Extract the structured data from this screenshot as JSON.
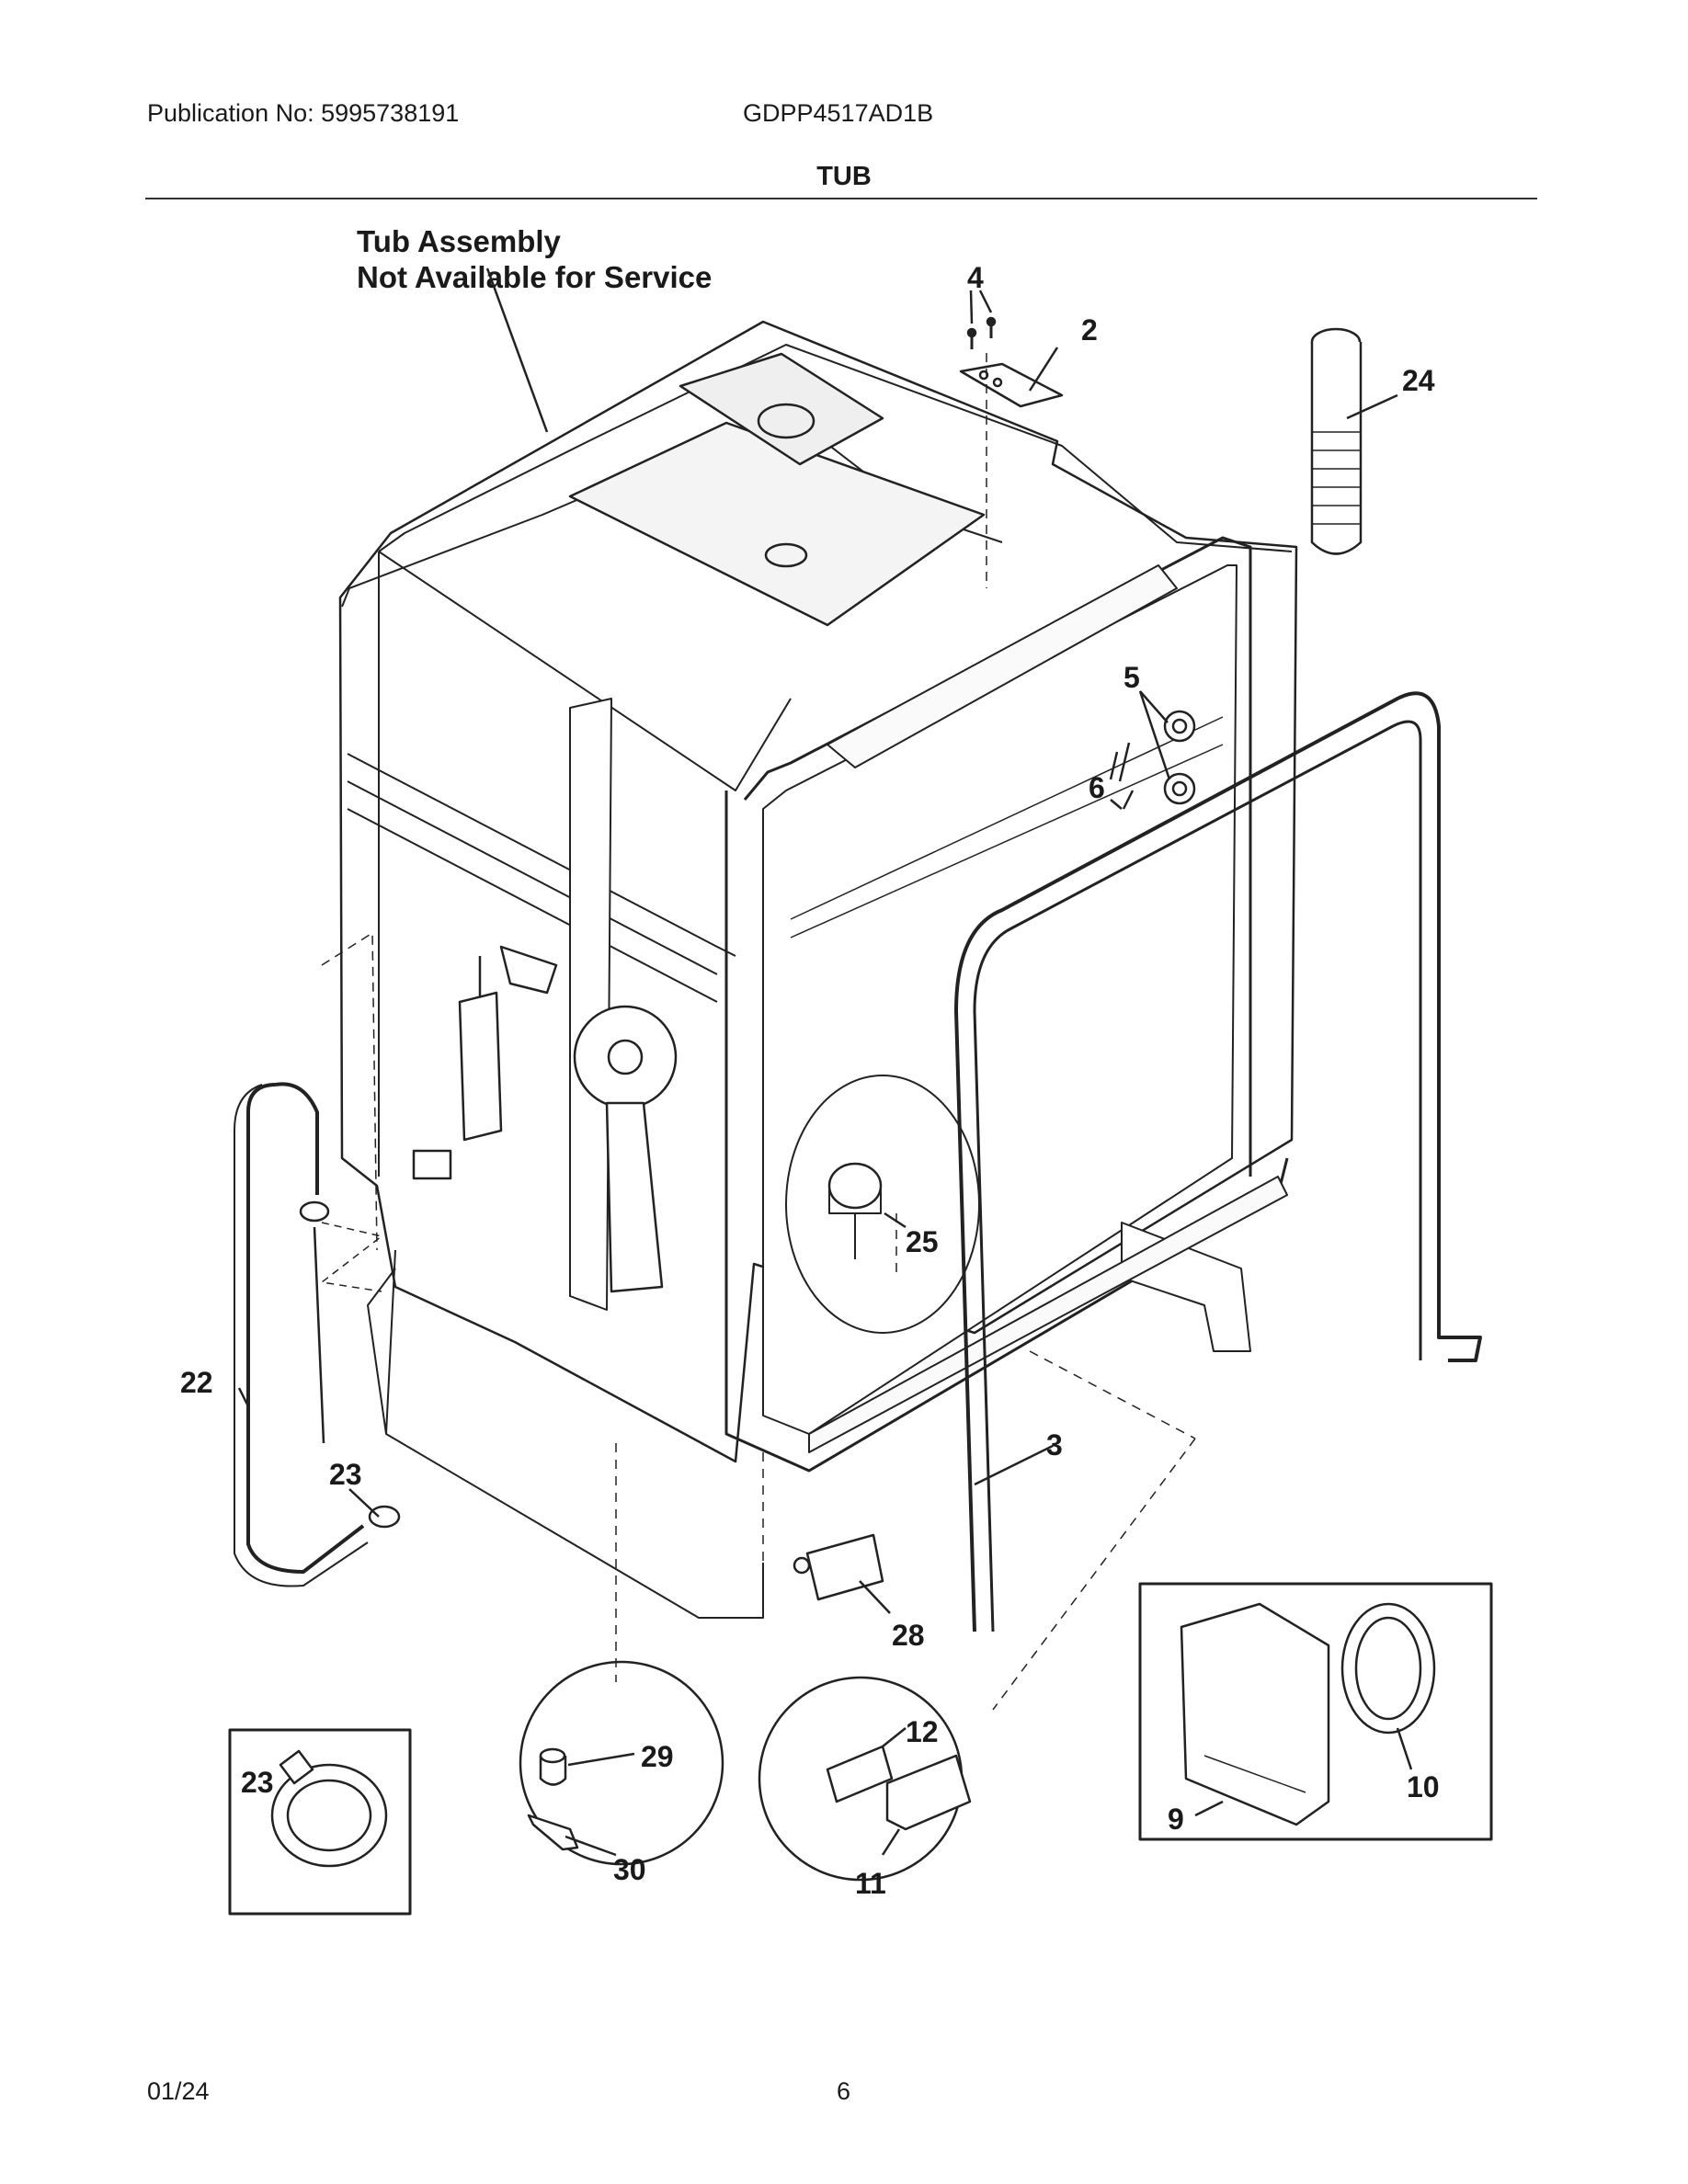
{
  "header": {
    "publication": "Publication No: 5995738191",
    "model": "GDPP4517AD1B",
    "section_title": "TUB"
  },
  "note": {
    "line1": "Tub Assembly",
    "line2": "Not Available for Service"
  },
  "callouts": {
    "c2": "2",
    "c3": "3",
    "c4": "4",
    "c5": "5",
    "c6": "6",
    "c9": "9",
    "c10": "10",
    "c11": "11",
    "c12": "12",
    "c22": "22",
    "c23a": "23",
    "c23b": "23",
    "c24": "24",
    "c25": "25",
    "c28": "28",
    "c29": "29",
    "c30": "30"
  },
  "footer": {
    "date": "01/24",
    "page": "6"
  }
}
